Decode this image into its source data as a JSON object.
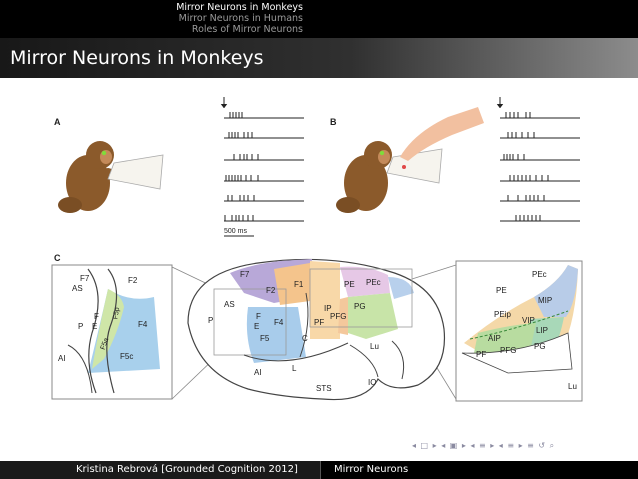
{
  "nav": {
    "items": [
      "Mirror Neurons in Monkeys",
      "Mirror Neurons in Humans",
      "Roles of Mirror Neurons"
    ]
  },
  "slide": {
    "title": "Mirror Neurons in Monkeys"
  },
  "figure": {
    "panel_a": "A",
    "panel_b": "B",
    "panel_c": "C",
    "scale_bar": "500 ms",
    "areas_left": [
      "F7",
      "F2",
      "AS",
      "F5p",
      "F4",
      "P",
      "F",
      "E",
      "F5a",
      "F5c",
      "AI"
    ],
    "areas_center": [
      "F7",
      "F2",
      "F1",
      "PE",
      "PEc",
      "AS",
      "IP",
      "PG",
      "PF",
      "PFG",
      "P",
      "F",
      "E",
      "F4",
      "F5",
      "C",
      "Lu",
      "AI",
      "L",
      "STS",
      "IO"
    ],
    "areas_right": [
      "PEc",
      "PE",
      "MIP",
      "PEip",
      "VIP",
      "LIP",
      "AIP",
      "PF",
      "PFG",
      "PG",
      "Lu"
    ]
  },
  "footer": {
    "left": "Kristina Rebrová [Grounded Cognition 2012]",
    "right": "Mirror Neurons"
  },
  "colors": {
    "bar": "#000000",
    "accent_blue": "#a8c8e8",
    "accent_orange": "#f4c48c",
    "accent_green": "#b8dca0",
    "accent_pink": "#e8b8d8"
  }
}
